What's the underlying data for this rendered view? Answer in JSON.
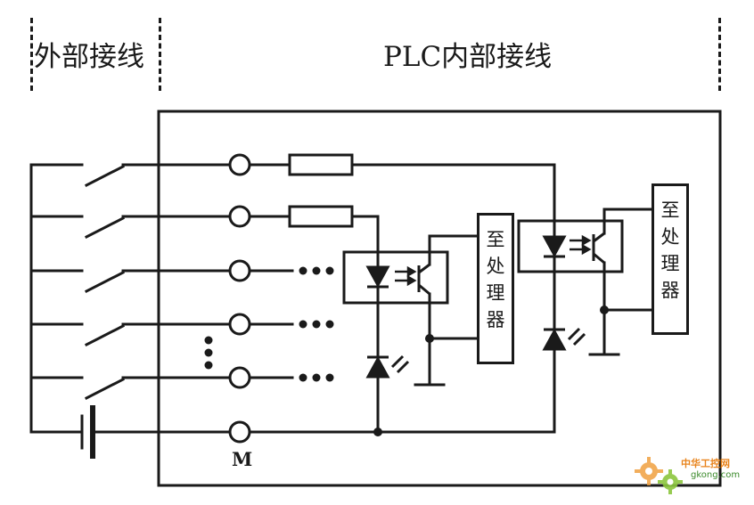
{
  "headers": {
    "external": "外部接线",
    "internal": "PLC内部接线"
  },
  "processor_label": [
    "至",
    "处",
    "理",
    "器"
  ],
  "terminal_common": "M",
  "watermark": {
    "name": "中华工控网",
    "url": "gkong.com"
  }
}
